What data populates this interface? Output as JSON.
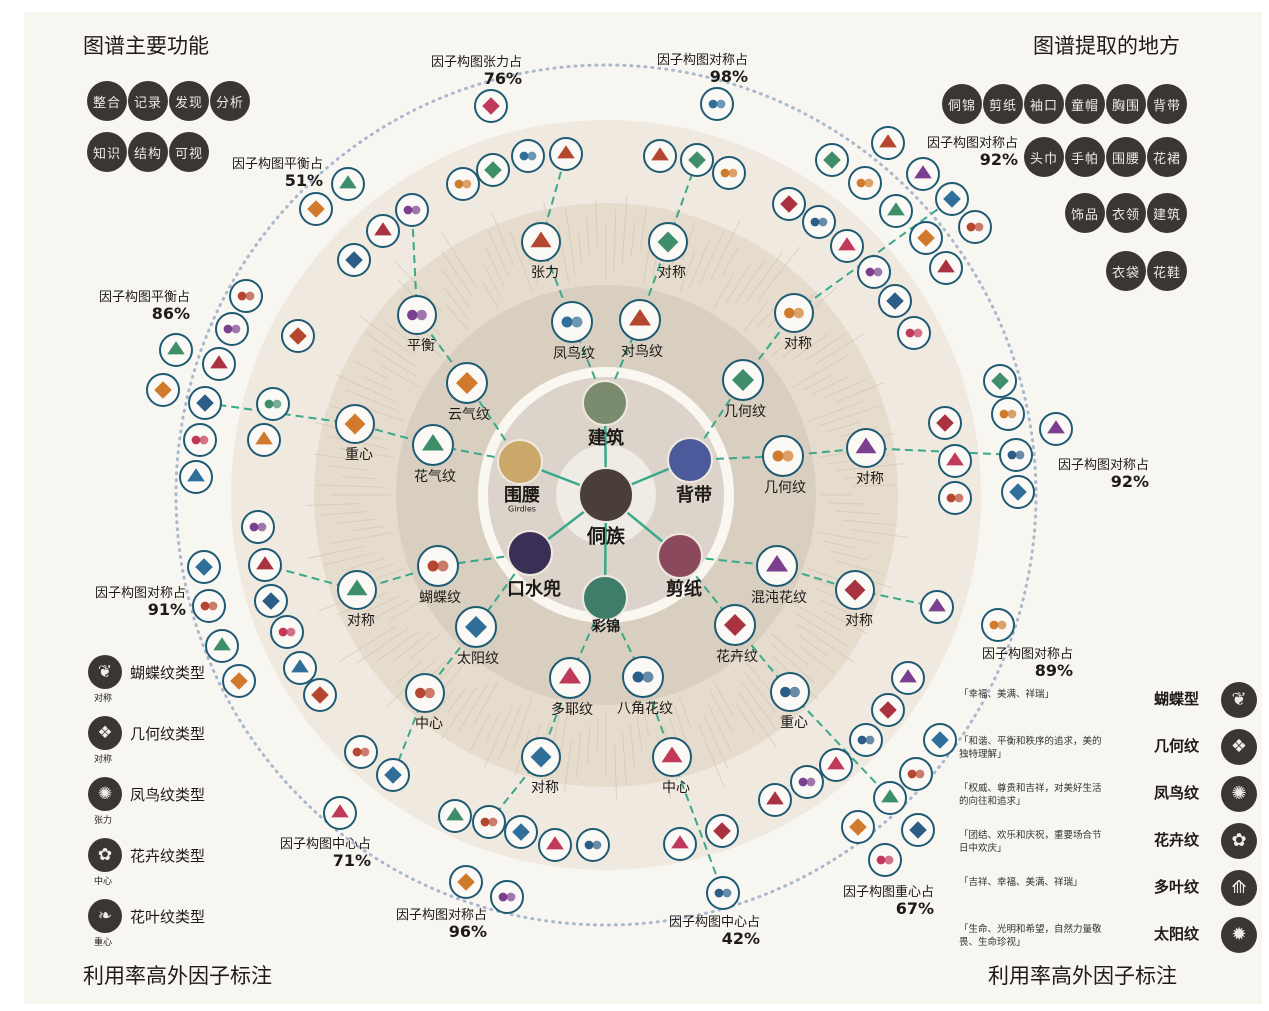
{
  "titles": {
    "top_left": "图谱主要功能",
    "top_right": "图谱提取的地方",
    "bottom_left": "利用率高外因子标注",
    "bottom_right": "利用率高外因子标注"
  },
  "functions": [
    [
      "整合",
      "记录",
      "发现",
      "分析"
    ],
    [
      "知识",
      "结构",
      "可视"
    ]
  ],
  "sources": [
    [
      "侗锦",
      "剪纸",
      "袖口",
      "童帽",
      "胸围",
      "背带"
    ],
    [
      "头巾",
      "手帕",
      "围腰",
      "花裙"
    ],
    [
      "饰品",
      "衣领",
      "建筑"
    ],
    [
      "衣袋",
      "花鞋"
    ]
  ],
  "center": {
    "label": "侗族"
  },
  "hubs": [
    {
      "label": "建筑"
    },
    {
      "label": "背带"
    },
    {
      "label": "剪纸"
    },
    {
      "label": "彩锦"
    },
    {
      "label": "口水兜"
    },
    {
      "label": "围腰",
      "sub": "Girdles"
    }
  ],
  "patterns": [
    "凤鸟纹",
    "对鸟纹",
    "几何纹",
    "几何纹",
    "混沌花纹",
    "花卉纹",
    "八角花纹",
    "多耶纹",
    "太阳纹",
    "蝴蝶纹",
    "花气纹",
    "云气纹"
  ],
  "factors": [
    "张力",
    "对称",
    "对称",
    "对称",
    "对称",
    "重心",
    "中心",
    "对称",
    "中心",
    "对称",
    "重心",
    "平衡"
  ],
  "annotations": [
    {
      "label": "因子构图张力占",
      "pct": "76%"
    },
    {
      "label": "因子构图对称占",
      "pct": "98%"
    },
    {
      "label": "因子构图对称占",
      "pct": "92%"
    },
    {
      "label": "因子构图对称占",
      "pct": "92%"
    },
    {
      "label": "因子构图对称占",
      "pct": "89%"
    },
    {
      "label": "因子构图重心占",
      "pct": "67%"
    },
    {
      "label": "因子构图中心占",
      "pct": "42%"
    },
    {
      "label": "因子构图对称占",
      "pct": "96%"
    },
    {
      "label": "因子构图中心占",
      "pct": "71%"
    },
    {
      "label": "因子构图对称占",
      "pct": "91%"
    },
    {
      "label": "因子构图平衡占",
      "pct": "86%"
    },
    {
      "label": "因子构图平衡占",
      "pct": "51%"
    }
  ],
  "legend_types": [
    {
      "name": "蝴蝶纹类型",
      "factor": "对称",
      "icon": "butterfly"
    },
    {
      "name": "几何纹类型",
      "factor": "对称",
      "icon": "geometric"
    },
    {
      "name": "凤鸟纹类型",
      "factor": "张力",
      "icon": "phoenix"
    },
    {
      "name": "花卉纹类型",
      "factor": "中心",
      "icon": "flower"
    },
    {
      "name": "花叶纹类型",
      "factor": "重心",
      "icon": "leaf"
    }
  ],
  "meanings": [
    {
      "name": "蝴蝶型",
      "desc": "「幸福、美满、祥瑞」",
      "icon": "butterfly"
    },
    {
      "name": "几何纹",
      "desc": "「和谐、平衡和秩序的追求，美的独特理解」",
      "icon": "geometric"
    },
    {
      "name": "凤鸟纹",
      "desc": "「权威、尊贵和吉祥，对美好生活的向往和追求」",
      "icon": "phoenix"
    },
    {
      "name": "花卉纹",
      "desc": "「团结、欢乐和庆祝，重要场合节日中欢庆」",
      "icon": "flower"
    },
    {
      "name": "多叶纹",
      "desc": "「吉祥、幸福、美满、祥瑞」",
      "icon": "multi-leaf"
    },
    {
      "name": "太阳纹",
      "desc": "「生命、光明和希望，自然力量敬畏、生命珍视」",
      "icon": "sun"
    }
  ],
  "colors": {
    "ring_stroke": "#1f5a73",
    "link": "#3aa88a",
    "disk": "#ece4d8",
    "dark": "#3b3632"
  }
}
